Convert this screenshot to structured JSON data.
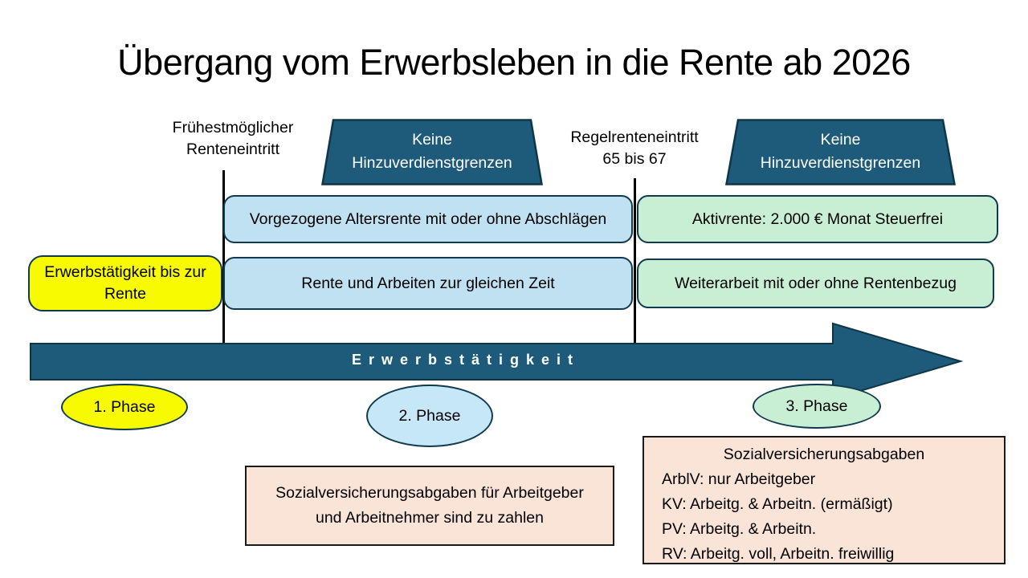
{
  "title": "Übergang vom Erwerbsleben in die Rente ab 2026",
  "milestones": {
    "early": {
      "line1": "Frühestmöglicher",
      "line2": "Renteneintritt"
    },
    "regular": {
      "line1": "Regelrenteneintritt",
      "line2": "65 bis 67"
    }
  },
  "banners": {
    "left": {
      "line1": "Keine",
      "line2": "Hinzuverdienstgrenzen"
    },
    "right": {
      "line1": "Keine",
      "line2": "Hinzuverdienstgrenzen"
    }
  },
  "boxes": {
    "vorgezogene": "Vorgezogene Altersrente mit oder ohne Abschlägen",
    "aktivrente": "Aktivrente: 2.000 € Monat Steuerfrei",
    "erwerb_bis_rente": "Erwerbstätigkeit bis zur Rente",
    "rente_und_arbeiten": "Rente und Arbeiten zur gleichen Zeit",
    "weiterarbeit": "Weiterarbeit mit oder ohne Rentenbezug"
  },
  "arrow": {
    "label": "Erwerbstätigkeit"
  },
  "phases": [
    {
      "label": "1. Phase"
    },
    {
      "label": "2. Phase"
    },
    {
      "label": "3. Phase"
    }
  ],
  "social_left": {
    "text": "Sozialversicherungsabgaben für Arbeitgeber und Arbeitnehmer sind zu zahlen"
  },
  "social_right": {
    "title": "Sozialversicherungsabgaben",
    "items": [
      "ArblV: nur Arbeitgeber",
      "KV: Arbeitg. & Arbeitn. (ermäßigt)",
      "PV: Arbeitg. & Arbeitn.",
      "RV: Arbeitg. voll, Arbeitn. freiwillig"
    ]
  },
  "colors": {
    "teal": "#1e5b7a",
    "teal_border": "#0e3646",
    "light_blue": "#bfe1f1",
    "light_green": "#c8efd4",
    "yellow": "#f7fa00",
    "peach": "#fae3d7",
    "box_border": "#123a4e"
  }
}
